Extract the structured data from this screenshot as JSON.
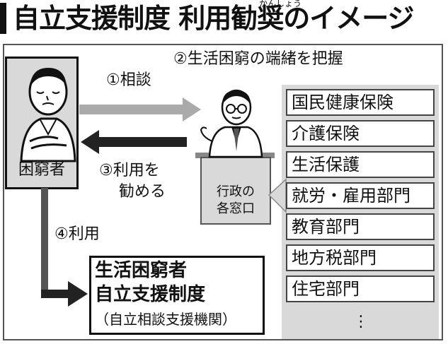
{
  "title": {
    "text": "自立支援制度 利用勧奨のイメージ",
    "furigana": "かんしょう"
  },
  "person": {
    "label": "困窮者"
  },
  "steps": {
    "consult": "①相談",
    "grasp": "②生活困窮の端緒を把握",
    "recommend_line1": "③利用を",
    "recommend_line2": "勧める",
    "use": "④利用"
  },
  "counter": {
    "line1": "行政の",
    "line2": "各窓口"
  },
  "departments": [
    "国民健康保険",
    "介護保険",
    "生活保護",
    "就労・雇用部門",
    "教育部門",
    "地方税部門",
    "住宅部門"
  ],
  "departments_more": "⋮",
  "system": {
    "line1": "生活困窮者",
    "line2": "自立支援制度",
    "line3": "（自立相談支援機関）"
  },
  "colors": {
    "panel_gray": "#d9d9d9",
    "arrow_gray": "#aaaaaa",
    "arrow_dark": "#222222"
  }
}
